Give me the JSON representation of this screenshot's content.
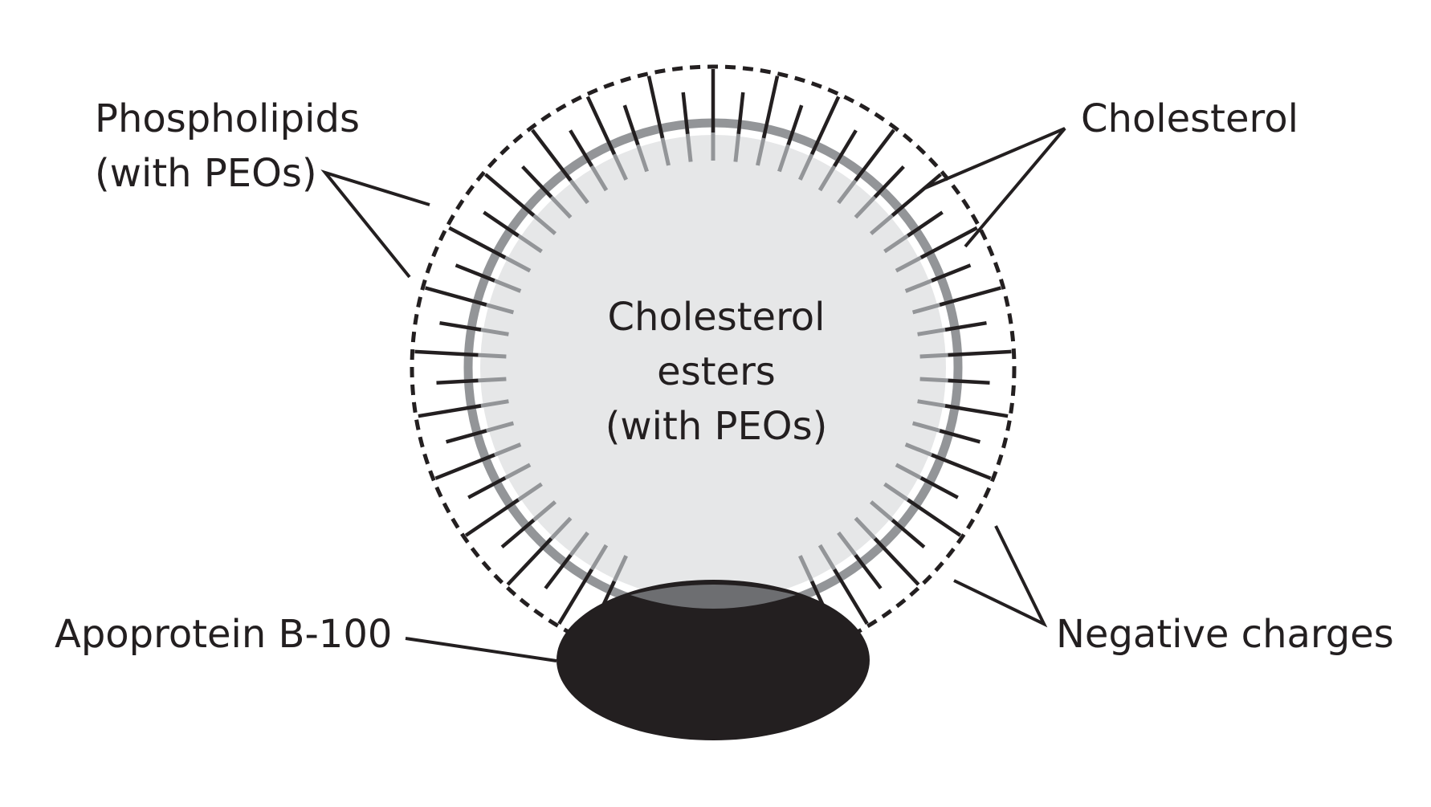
{
  "labels": {
    "phospholipids_line1": "Phospholipids",
    "phospholipids_line2": "(with PEOs)",
    "cholesterol": "Cholesterol",
    "core_line1": "Cholesterol",
    "core_line2": "esters",
    "core_line3": "(with PEOs)",
    "apoprotein": "Apoprotein B-100",
    "negative_charges": "Negative charges"
  },
  "colors": {
    "ink": "#231f20",
    "core_fill": "#e6e7e8",
    "monolayer_ring": "#939598",
    "apoprotein_fill": "#231f20",
    "apoprotein_overlap": "#6d6e71"
  }
}
